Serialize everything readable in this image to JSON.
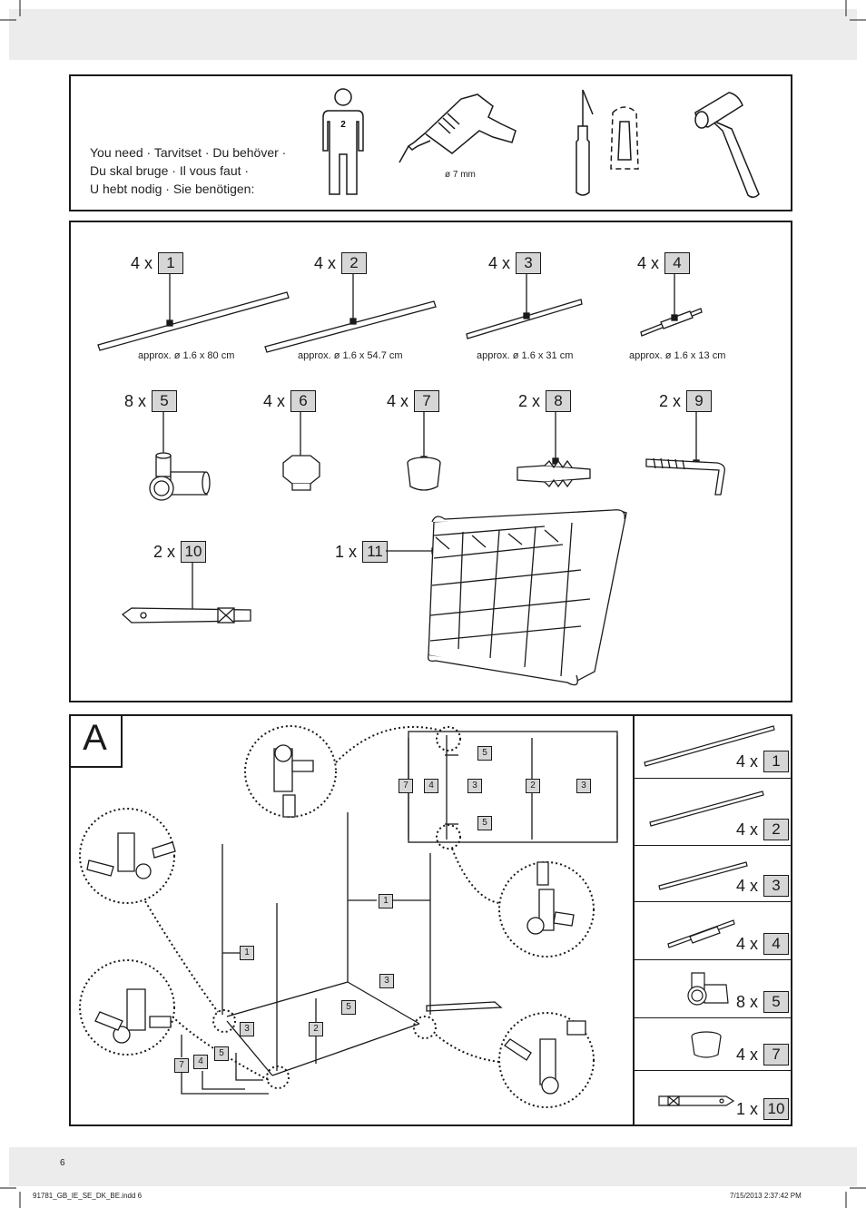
{
  "tools": {
    "text": [
      "You need · Tarvitset · Du behöver ·",
      "Du skal bruge · Il vous faut ·",
      "U hebt nodig · Sie benötigen:"
    ],
    "person_count": "2",
    "drill_size": "ø 7 mm"
  },
  "parts": [
    {
      "qty": "4 x",
      "num": "1",
      "dim": "approx. ø 1.6 x 80 cm"
    },
    {
      "qty": "4 x",
      "num": "2",
      "dim": "approx. ø 1.6 x 54.7 cm"
    },
    {
      "qty": "4 x",
      "num": "3",
      "dim": "approx. ø 1.6 x 31 cm"
    },
    {
      "qty": "4 x",
      "num": "4",
      "dim": "approx. ø 1.6 x 13 cm"
    },
    {
      "qty": "8 x",
      "num": "5"
    },
    {
      "qty": "4 x",
      "num": "6"
    },
    {
      "qty": "4 x",
      "num": "7"
    },
    {
      "qty": "2 x",
      "num": "8"
    },
    {
      "qty": "2 x",
      "num": "9"
    },
    {
      "qty": "2 x",
      "num": "10"
    },
    {
      "qty": "1 x",
      "num": "11"
    }
  ],
  "step": {
    "letter": "A",
    "labels": [
      "5",
      "7",
      "4",
      "3",
      "2",
      "3",
      "5",
      "1",
      "1",
      "3",
      "5",
      "2",
      "3",
      "7",
      "4",
      "5"
    ],
    "side": [
      {
        "qty": "4 x",
        "num": "1"
      },
      {
        "qty": "4 x",
        "num": "2"
      },
      {
        "qty": "4 x",
        "num": "3"
      },
      {
        "qty": "4 x",
        "num": "4"
      },
      {
        "qty": "8 x",
        "num": "5"
      },
      {
        "qty": "4 x",
        "num": "7"
      },
      {
        "qty": "1 x",
        "num": "10"
      }
    ]
  },
  "footer": {
    "page": "6",
    "file": "91781_GB_IE_SE_DK_BE.indd   6",
    "date": "7/15/2013   2:37:42 PM"
  }
}
